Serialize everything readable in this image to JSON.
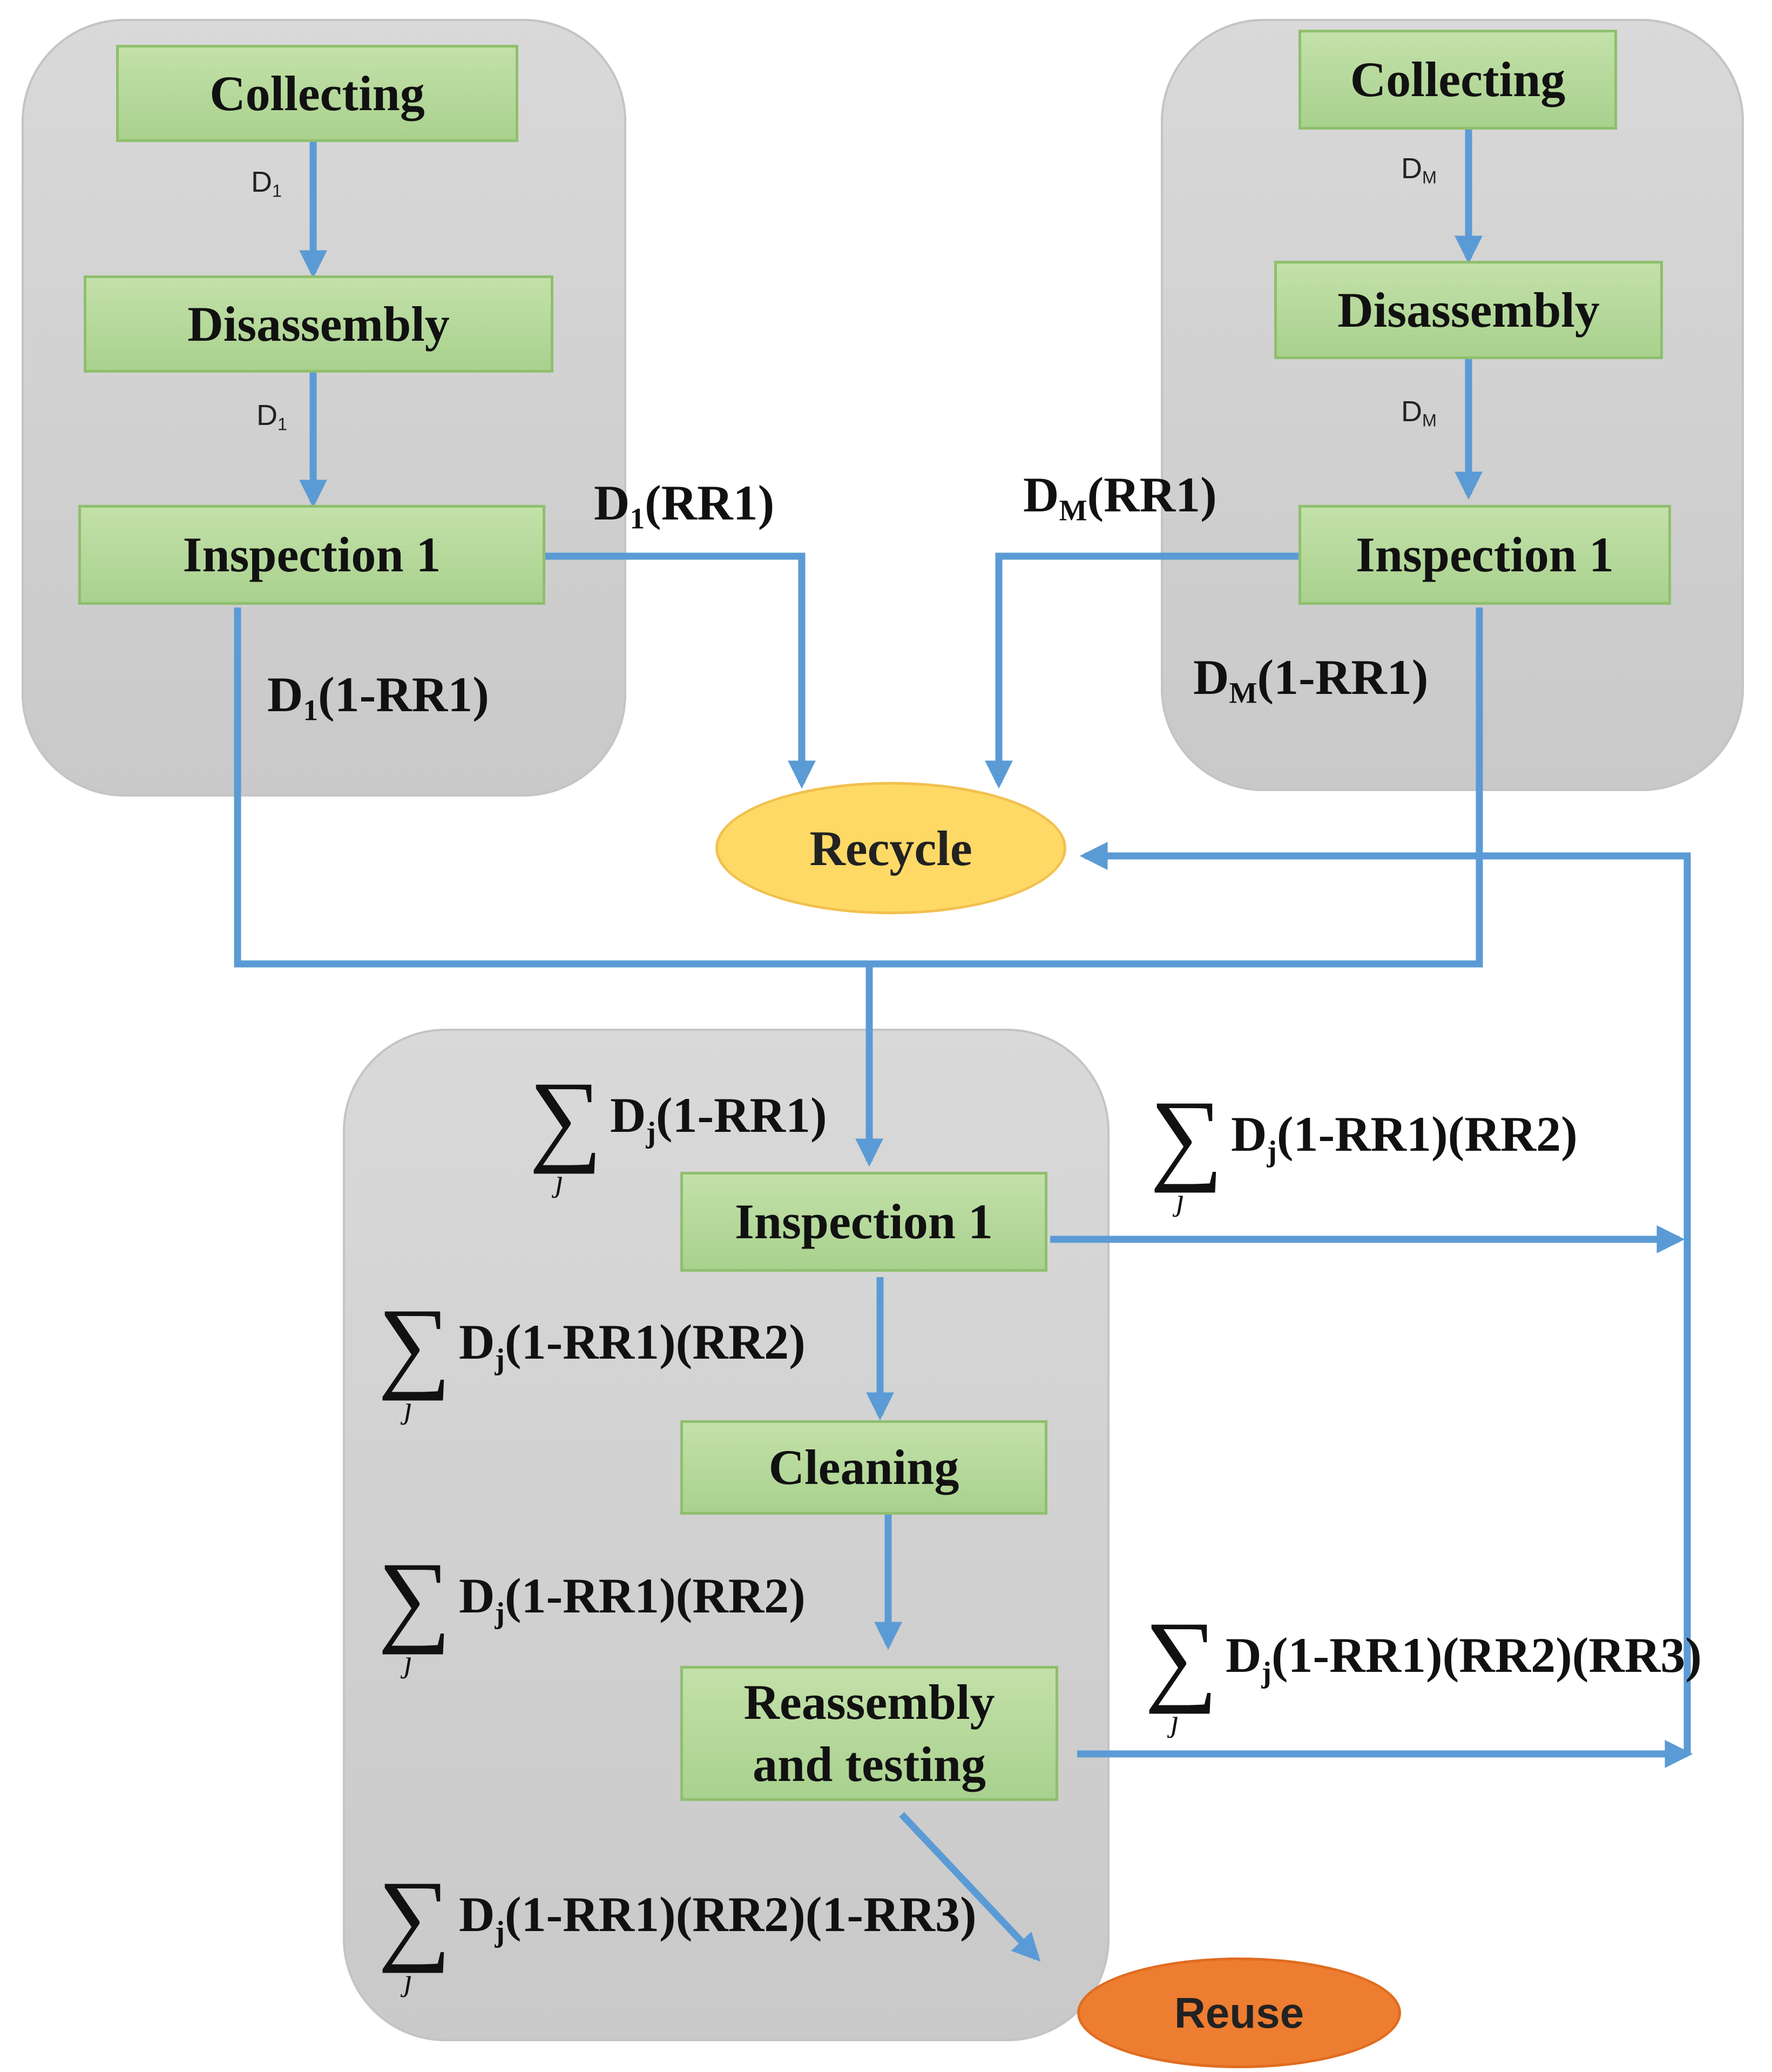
{
  "left_group": {
    "collecting": "Collecting",
    "d_label_1": "D",
    "d_sub_1": "1",
    "disassembly": "Disassembly",
    "d_label_2": "D",
    "d_sub_2": "1",
    "inspection": "Inspection 1",
    "reject_label": "D",
    "reject_sub": "1",
    "reject_rest": "(RR1)",
    "pass_label": "D",
    "pass_sub": "1",
    "pass_rest": "(1-RR1)"
  },
  "right_group": {
    "collecting": "Collecting",
    "d_label_1": "D",
    "d_sub_1": "M",
    "disassembly": "Disassembly",
    "d_label_2": "D",
    "d_sub_2": "M",
    "inspection": "Inspection 1",
    "reject_label": "D",
    "reject_sub": "M",
    "reject_rest": "(RR1)",
    "pass_label": "D",
    "pass_sub": "M",
    "pass_rest": "(1-RR1)"
  },
  "recycle": "Recycle",
  "reuse": "Reuse",
  "bottom_group": {
    "inspection": "Inspection 1",
    "cleaning": "Cleaning",
    "reassembly_line1": "Reassembly",
    "reassembly_line2": "and testing"
  },
  "sums": {
    "symbol": "∑",
    "index": "j",
    "var": "D",
    "sub": "j",
    "in_flow": "(1-RR1)",
    "insp_reject": "(1-RR1)(RR2)",
    "to_cleaning": "(1-RR1)(RR2)",
    "to_reassembly": "(1-RR1)(RR2)",
    "reass_reject": "(1-RR1)(RR2)(RR3)",
    "to_reuse": "(1-RR1)(RR2)(1-RR3)"
  },
  "colors": {
    "arrow": "#5b9bd5",
    "node_fill": "#a9d18e",
    "panel_fill": "#d0d0d0",
    "recycle_fill": "#ffd966",
    "reuse_fill": "#ed7d31"
  }
}
